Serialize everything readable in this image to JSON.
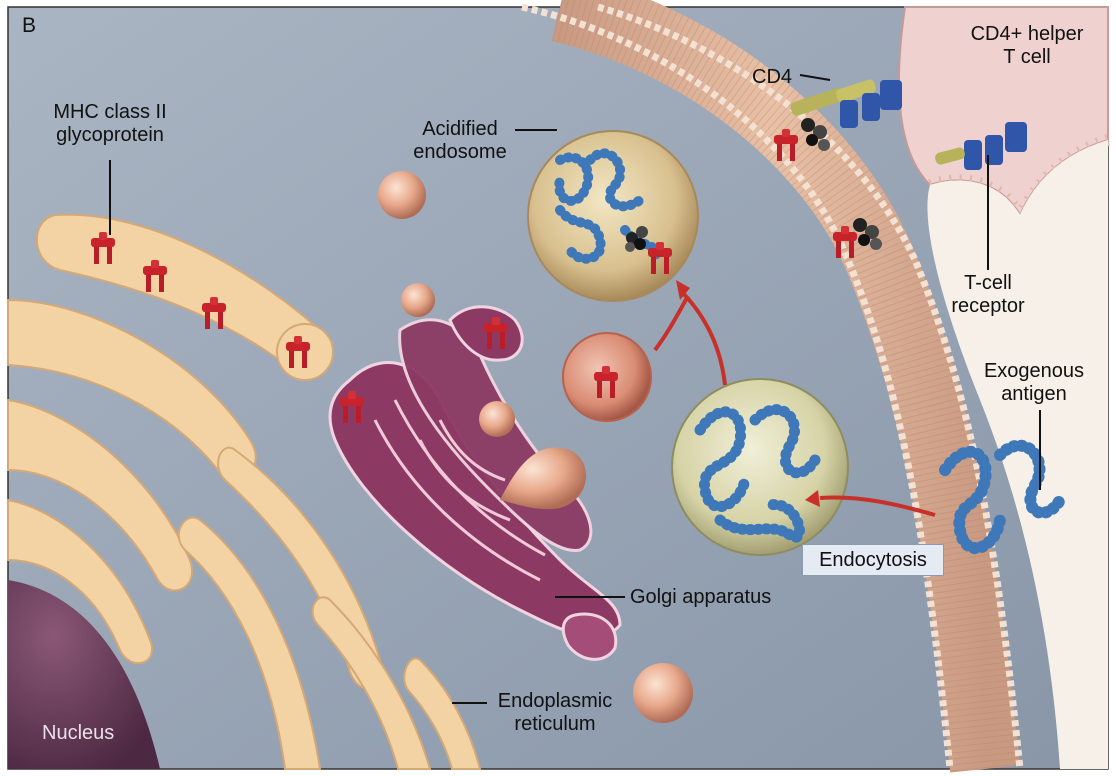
{
  "panel_letter": "B",
  "labels": {
    "mhc": [
      "MHC class II",
      "glycoprotein"
    ],
    "acidified_endosome": [
      "Acidified",
      "endosome"
    ],
    "cd4": "CD4",
    "helper_t_cell": [
      "CD4+ helper",
      "T cell"
    ],
    "t_cell_receptor": [
      "T-cell",
      "receptor"
    ],
    "exogenous_antigen": [
      "Exogenous",
      "antigen"
    ],
    "endocytosis": "Endocytosis",
    "golgi": "Golgi apparatus",
    "er": [
      "Endoplasmic",
      "reticulum"
    ],
    "nucleus": "Nucleus"
  },
  "colors": {
    "cytoplasm": "#9ba8b8",
    "er": "#f3d2a3",
    "golgi": "#8c3a63",
    "mhc": "#c8222a",
    "antigen": "#3f78b8",
    "membrane": "#d9a98a",
    "tcell": "#c79a9a",
    "cd4": "#b8b25a",
    "tcr": "#2f56a8"
  }
}
